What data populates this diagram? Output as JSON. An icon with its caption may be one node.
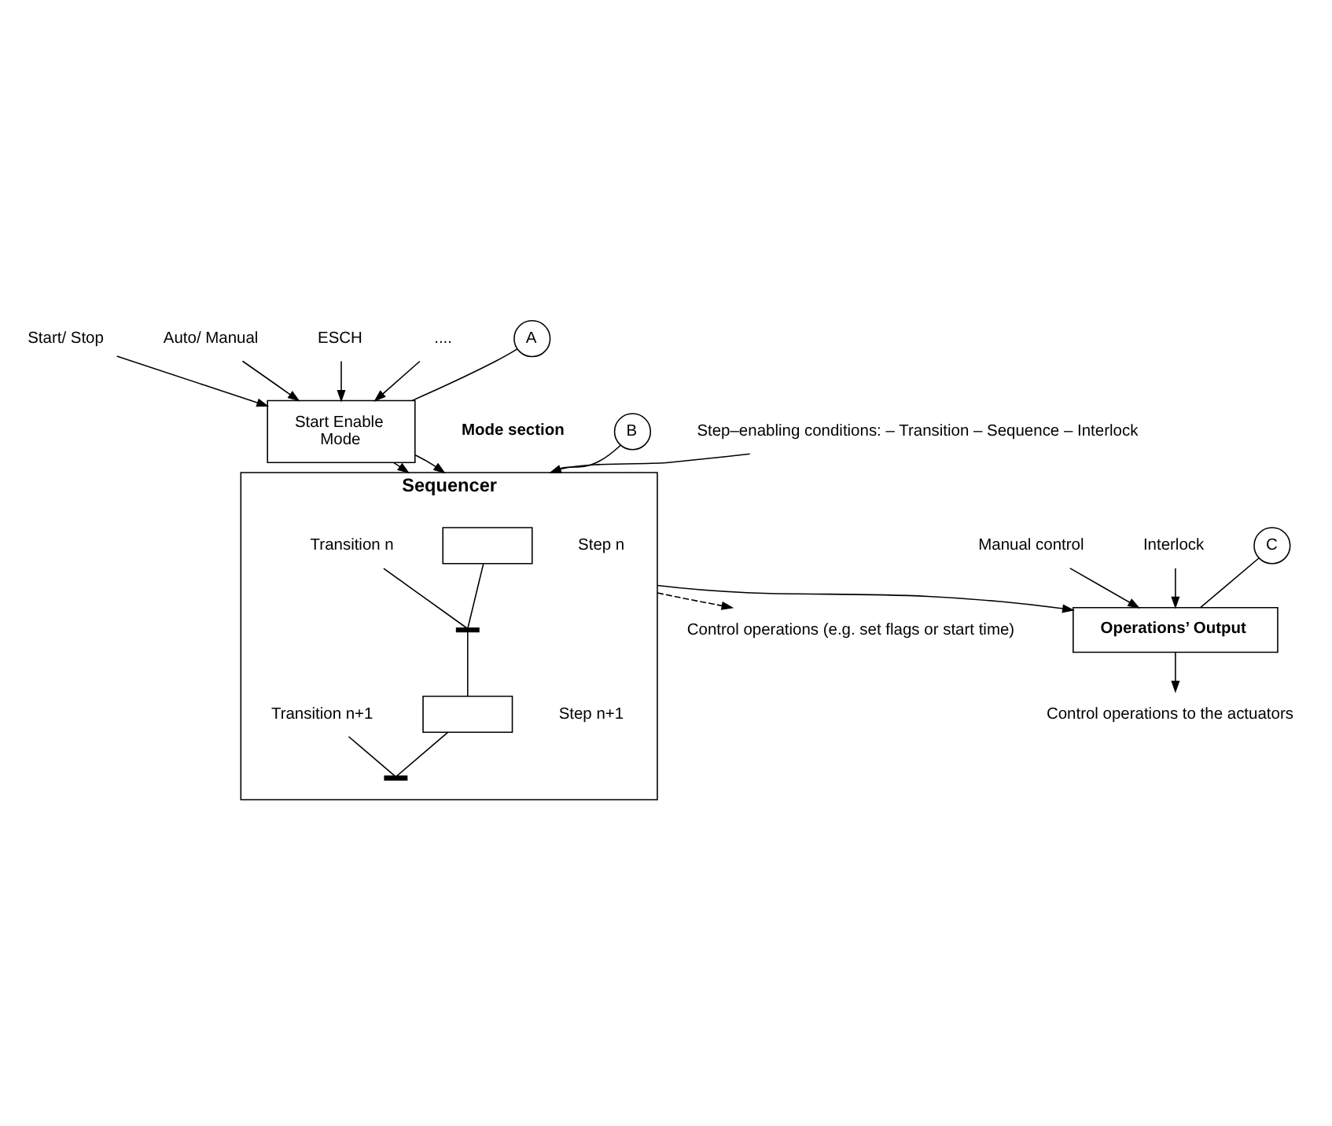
{
  "diagram": {
    "nodes": [
      {
        "text": [
          "Start/ Stop"
        ]
      },
      {
        "text": [
          "Auto/ Manual"
        ]
      },
      {
        "text": [
          "ESCH"
        ]
      },
      {
        "text": [
          "...."
        ]
      },
      {
        "text": [
          "A"
        ]
      },
      {
        "text": [
          "Start Enable",
          "Mode"
        ],
        "beside": [
          "Mode section"
        ]
      },
      {
        "text": [
          "B"
        ]
      },
      {
        "text": [
          "Sequencer"
        ]
      },
      {
        "text": [],
        "shape": "box",
        "in": 7,
        "beside": [
          "Step n"
        ]
      },
      {
        "text": [],
        "shape": "bar",
        "in": 7
      },
      {
        "text": [
          "Transition n"
        ],
        "in": 7
      },
      {
        "text": [],
        "shape": "box",
        "in": 7,
        "beside": [
          "Step n+1"
        ]
      },
      {
        "text": [],
        "shape": "bar",
        "in": 7
      },
      {
        "text": [
          "Transition n+1"
        ],
        "in": 7
      },
      {
        "text": [
          "Step–enabling conditions: – Transition – Sequence – Interlock"
        ]
      },
      {
        "text": [
          "Control operations (e.g. set flags or start time)"
        ]
      },
      {
        "text": [
          "Manual control"
        ]
      },
      {
        "text": [
          "Interlock"
        ]
      },
      {
        "text": [
          "C"
        ]
      },
      {
        "text": [
          "Operations’ Output"
        ]
      },
      {
        "text": [
          "Control operations to the actuators"
        ]
      }
    ],
    "edges": [
      {
        "from": 0,
        "to": 5,
        "arrow": "to"
      },
      {
        "from": 1,
        "to": 5,
        "arrow": "to"
      },
      {
        "from": 2,
        "to": 5,
        "arrow": "to"
      },
      {
        "from": 3,
        "to": 5,
        "arrow": "to"
      },
      {
        "from": 4,
        "to": 5,
        "arrow": "none"
      },
      {
        "from": 5,
        "to": 7,
        "arrow": "to"
      },
      {
        "from": 5,
        "to": 7,
        "arrow": "to"
      },
      {
        "from": 6,
        "to": 7,
        "arrow": "none"
      },
      {
        "from": 14,
        "to": 7,
        "arrow": "to"
      },
      {
        "from": 8,
        "to": 9,
        "arrow": "none"
      },
      {
        "from": 10,
        "to": 9,
        "arrow": "none"
      },
      {
        "from": 9,
        "to": 11,
        "arrow": "none"
      },
      {
        "from": 11,
        "to": 12,
        "arrow": "none"
      },
      {
        "from": 13,
        "to": 12,
        "arrow": "none"
      },
      {
        "from": 7,
        "to": 15,
        "arrow": "to",
        "style": "dashed"
      },
      {
        "from": 7,
        "to": 19,
        "arrow": "to"
      },
      {
        "from": 16,
        "to": 19,
        "arrow": "to"
      },
      {
        "from": 17,
        "to": 19,
        "arrow": "to"
      },
      {
        "from": 18,
        "to": 19,
        "arrow": "none"
      },
      {
        "from": 19,
        "to": 20,
        "arrow": "to"
      }
    ]
  }
}
